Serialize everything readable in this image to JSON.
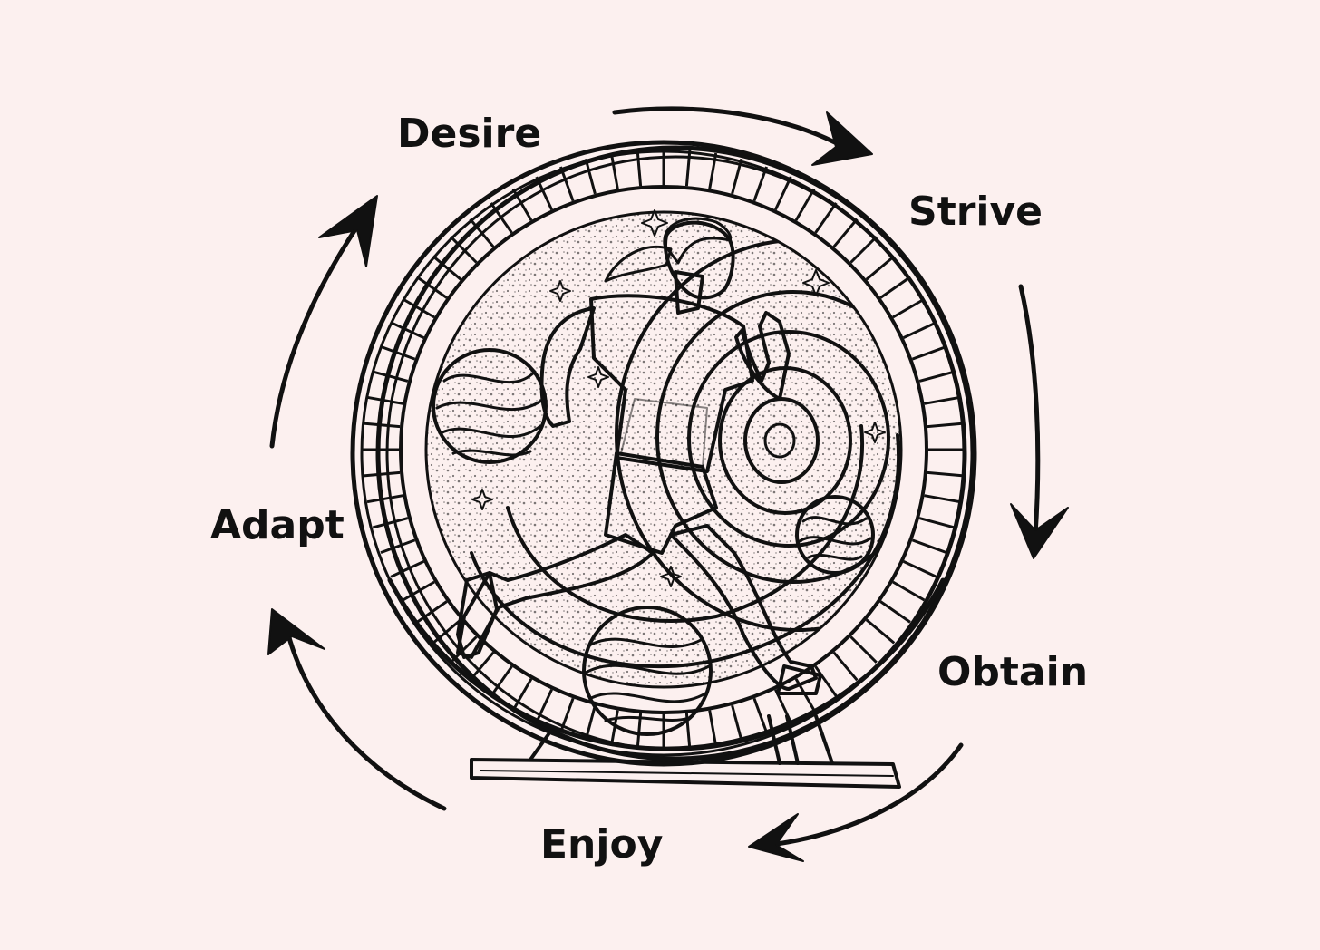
{
  "colors": {
    "background": "#fcf0ef",
    "ink": "#111111",
    "skin": "#f7e6e2"
  },
  "cycle": {
    "stages": [
      {
        "label": "Desire"
      },
      {
        "label": "Strive"
      },
      {
        "label": "Obtain"
      },
      {
        "label": "Enjoy"
      },
      {
        "label": "Adapt"
      }
    ],
    "direction": "clockwise"
  },
  "illustration": {
    "subject": "woman-running-in-hamster-wheel",
    "icons": [
      "hamster-wheel",
      "runner",
      "sparkle",
      "ball"
    ]
  }
}
